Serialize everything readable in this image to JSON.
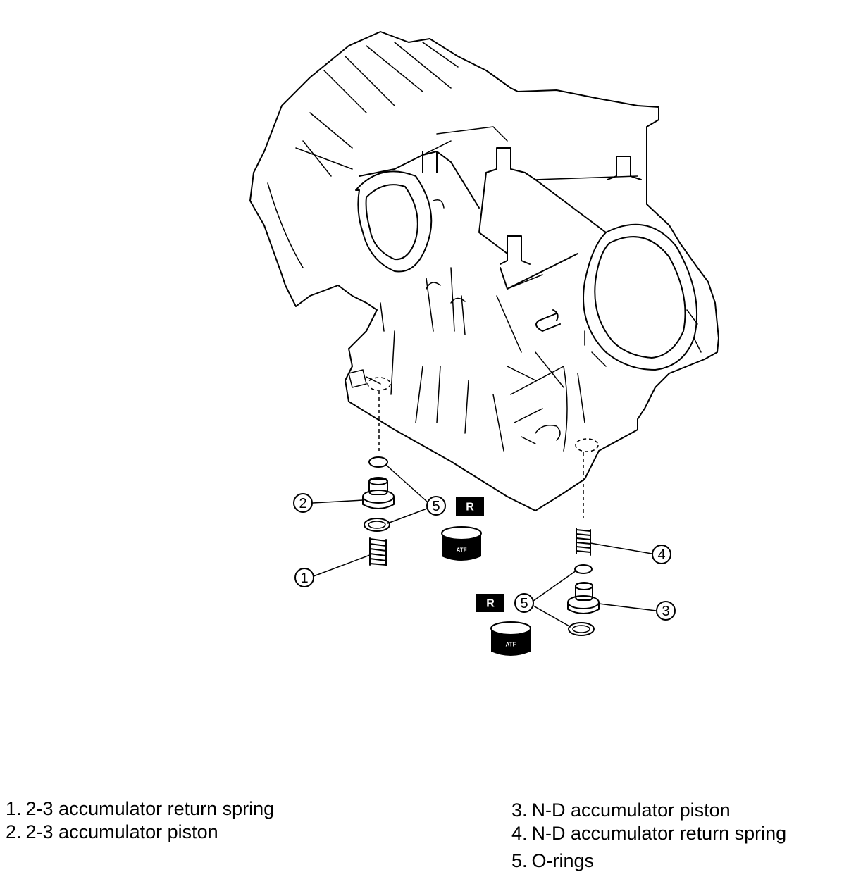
{
  "callouts": {
    "c1": "1",
    "c2": "2",
    "c3": "3",
    "c4": "4",
    "c5a": "5",
    "c5b": "5"
  },
  "badges": {
    "replace_a": "R",
    "replace_b": "R",
    "atf_a": "ATF",
    "atf_b": "ATF"
  },
  "legend": {
    "left": [
      {
        "num": "1.",
        "text": "2-3 accumulator return spring"
      },
      {
        "num": "2.",
        "text": "2-3 accumulator piston"
      }
    ],
    "right": [
      {
        "num": "3.",
        "text": "N-D accumulator piston"
      },
      {
        "num": "4.",
        "text": "N-D accumulator return spring"
      },
      {
        "num": "5.",
        "text": "O-rings"
      }
    ]
  },
  "colors": {
    "ink": "#000000",
    "background": "#ffffff"
  }
}
